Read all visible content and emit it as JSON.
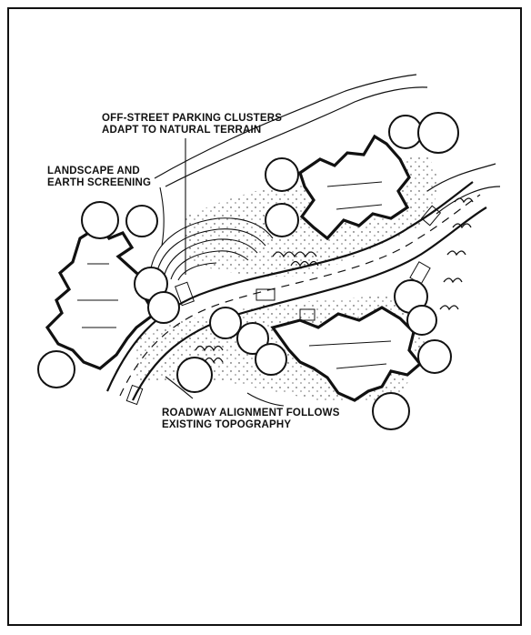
{
  "annotations": {
    "parking": [
      "OFF-STREET PARKING CLUSTERS",
      "ADAPT TO NATURAL TERRAIN"
    ],
    "landscape": [
      "LANDSCAPE AND",
      "EARTH SCREENING"
    ],
    "roadway": [
      "ROADWAY ALIGNMENT FOLLOWS",
      "EXISTING TOPOGRAPHY"
    ]
  },
  "colors": {
    "ink": "#111111",
    "paper": "#ffffff"
  }
}
